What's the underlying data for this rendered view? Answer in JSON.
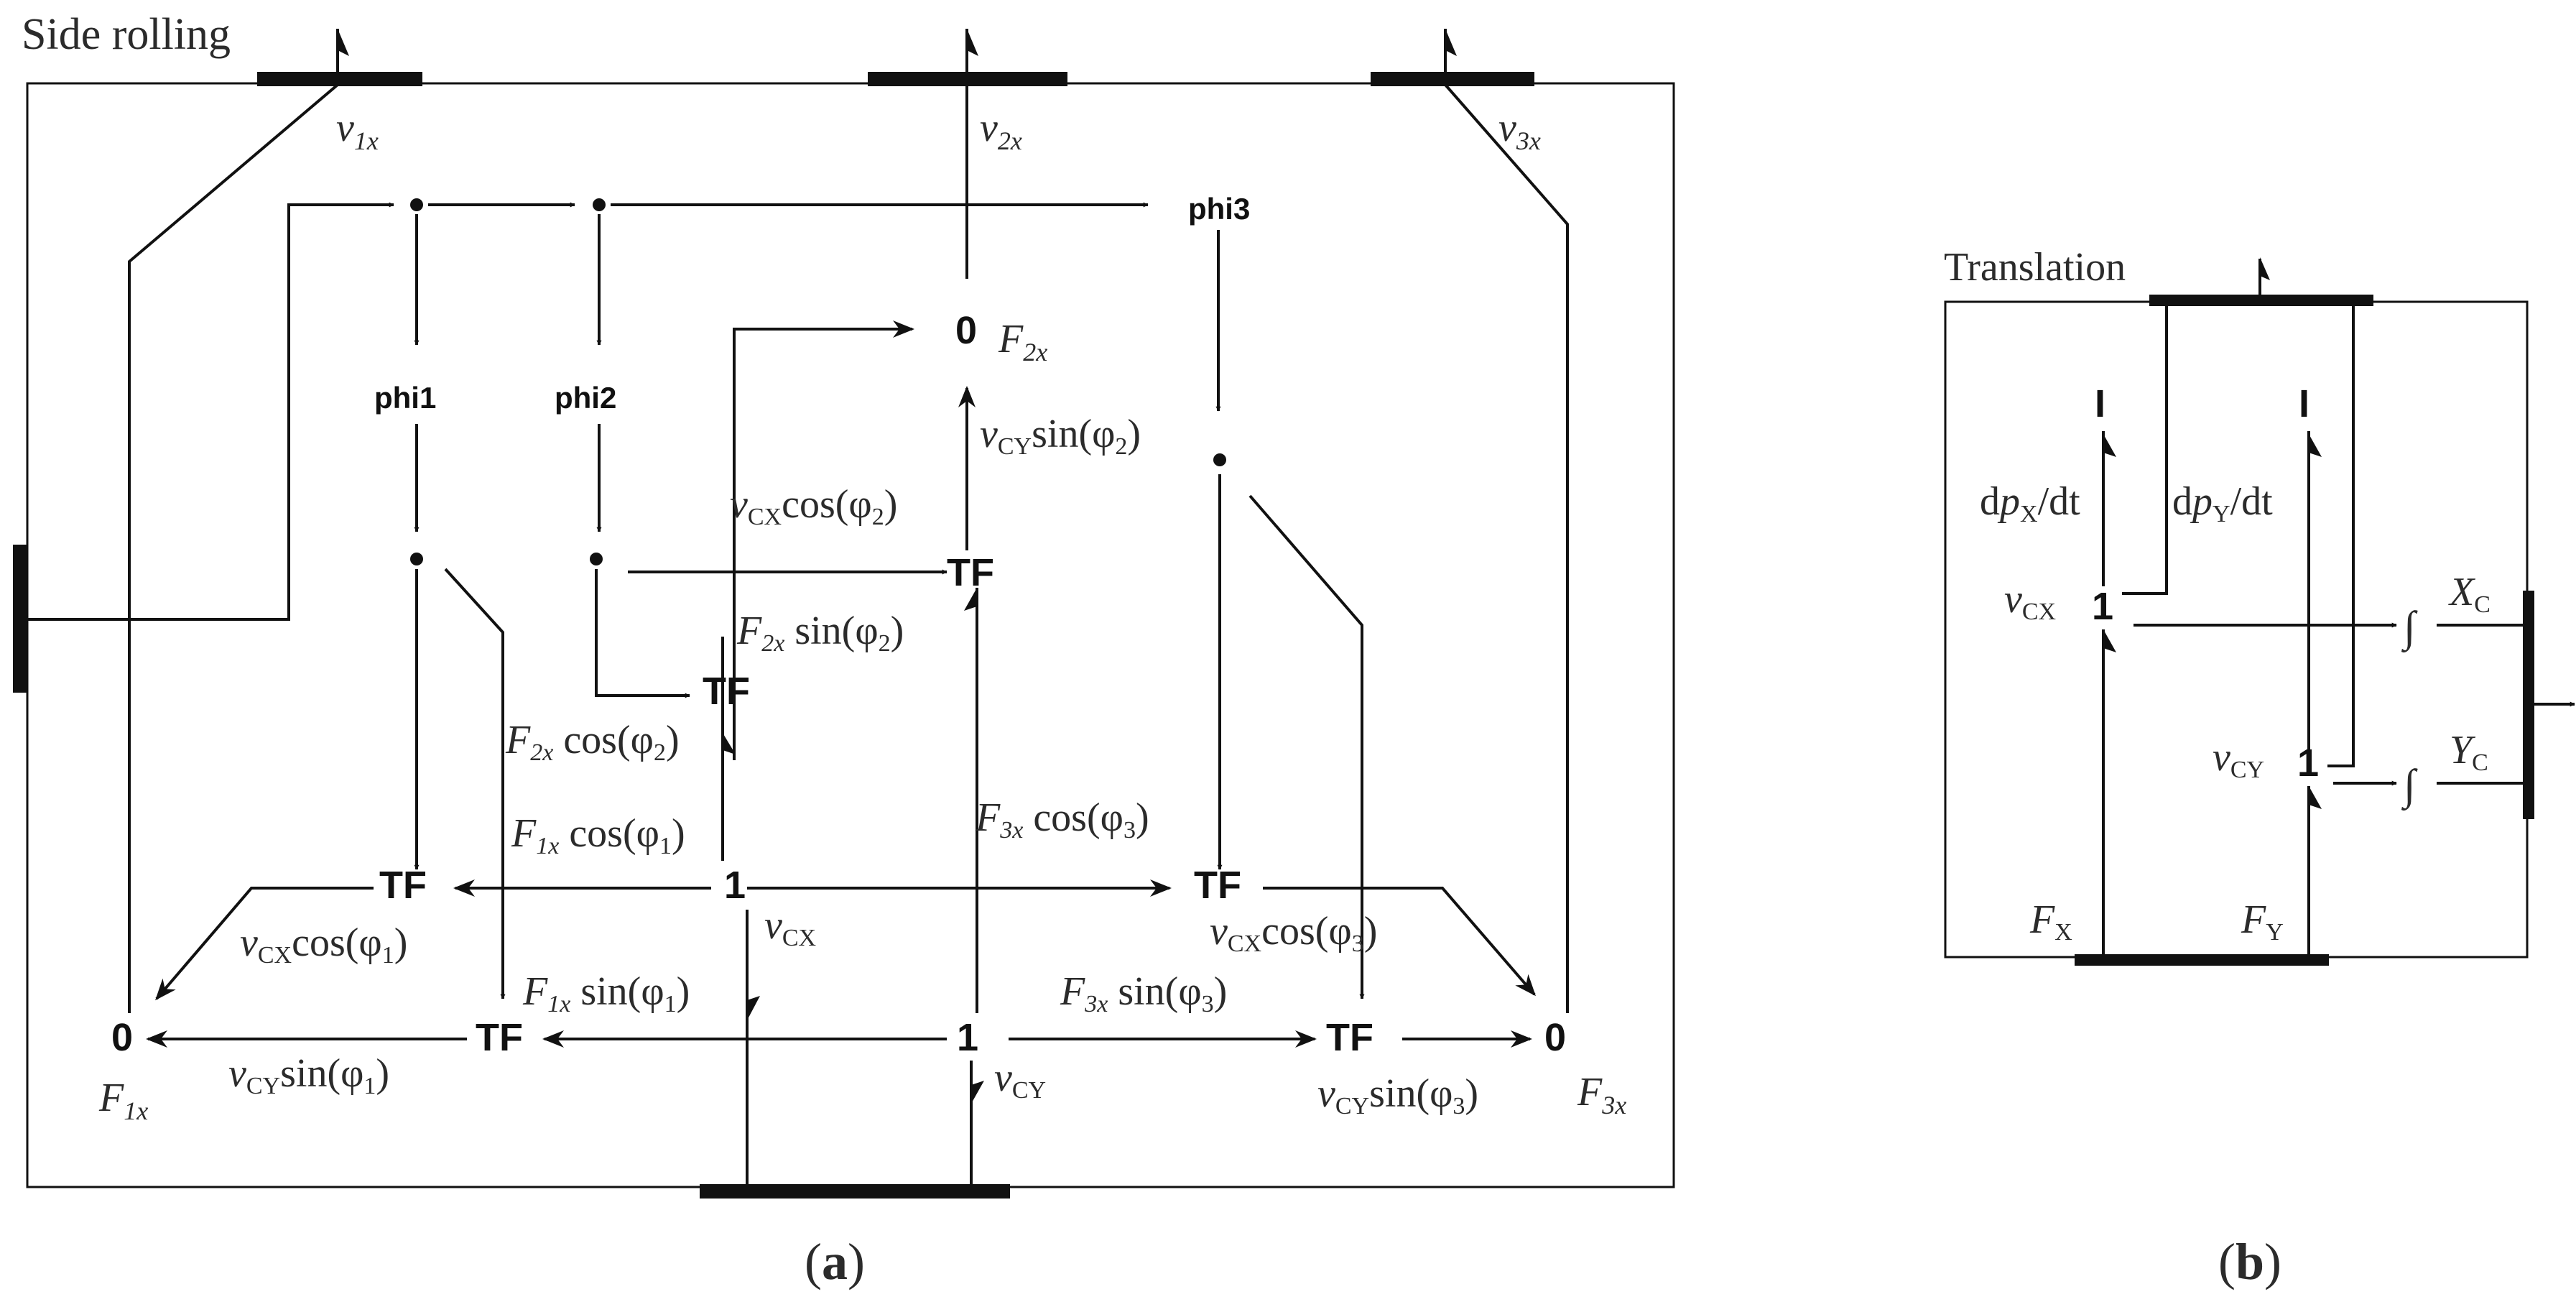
{
  "panel_a": {
    "title": "Side rolling",
    "caption_open": "(",
    "caption_letter": "a",
    "caption_close": ")",
    "v1_main": "v",
    "v1_sub": "1x",
    "v2_main": "v",
    "v2_sub": "2x",
    "v3_main": "v",
    "v3_sub": "3x",
    "phi1": "phi1",
    "phi2": "phi2",
    "phi3": "phi3",
    "zero_label": "0",
    "one_label": "1",
    "tf_label": "TF",
    "F2x_main": "F",
    "F2x_sub": "2x",
    "F1x_main": "F",
    "F1x_sub": "1x",
    "F3x_main": "F",
    "F3x_sub": "3x",
    "lbl_vcy_sin_phi2": {
      "v": "v",
      "sub": "CY",
      "fn": "sin(φ",
      "idx": "2",
      "close": ")"
    },
    "lbl_vcx_cos_phi2": {
      "v": "v",
      "sub": "CX",
      "fn": "cos(φ",
      "idx": "2",
      "close": ")"
    },
    "lbl_F2x_sin_phi2": {
      "v": "F",
      "sub": "2x",
      "fn": " sin(φ",
      "idx": "2",
      "close": ")"
    },
    "lbl_F2x_cos_phi2": {
      "v": "F",
      "sub": "2x",
      "fn": " cos(φ",
      "idx": "2",
      "close": ")"
    },
    "lbl_F1x_cos_phi1": {
      "v": "F",
      "sub": "1x",
      "fn": " cos(φ",
      "idx": "1",
      "close": ")"
    },
    "lbl_F3x_cos_phi3": {
      "v": "F",
      "sub": "3x",
      "fn": " cos(φ",
      "idx": "3",
      "close": ")"
    },
    "lbl_vcx_cos_phi1": {
      "v": "v",
      "sub": "CX",
      "fn": "cos(φ",
      "idx": "1",
      "close": ")"
    },
    "lbl_F1x_sin_phi1": {
      "v": "F",
      "sub": "1x",
      "fn": " sin(φ",
      "idx": "1",
      "close": ")"
    },
    "lbl_vcx_cos_phi3": {
      "v": "v",
      "sub": "CX",
      "fn": "cos(φ",
      "idx": "3",
      "close": ")"
    },
    "lbl_F3x_sin_phi3": {
      "v": "F",
      "sub": "3x",
      "fn": " sin(φ",
      "idx": "3",
      "close": ")"
    },
    "lbl_vcy_sin_phi1": {
      "v": "v",
      "sub": "CY",
      "fn": "sin(φ",
      "idx": "1",
      "close": ")"
    },
    "lbl_vcy_sin_phi3": {
      "v": "v",
      "sub": "CY",
      "fn": "sin(φ",
      "idx": "3",
      "close": ")"
    },
    "vCX_main": "v",
    "vCX_sub": "CX",
    "vCY_main": "v",
    "vCY_sub": "CY"
  },
  "panel_b": {
    "title": "Translation",
    "caption_open": "(",
    "caption_letter": "b",
    "caption_close": ")",
    "I_label": "I",
    "one_label": "1",
    "integral": "∫",
    "dpx": {
      "d": "d",
      "p": "p",
      "sub": "X",
      "rest": "/dt"
    },
    "dpy": {
      "d": "d",
      "p": "p",
      "sub": "Y",
      "rest": "/dt"
    },
    "vCX_main": "v",
    "vCX_sub": "CX",
    "vCY_main": "v",
    "vCY_sub": "CY",
    "XC_main": "X",
    "XC_sub": "C",
    "YC_main": "Y",
    "YC_sub": "C",
    "FX_main": "F",
    "FX_sub": "X",
    "FY_main": "F",
    "FY_sub": "Y"
  }
}
